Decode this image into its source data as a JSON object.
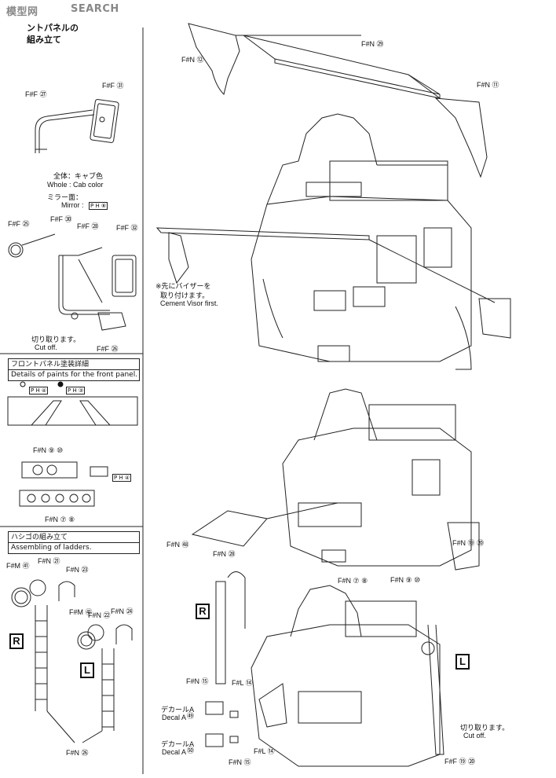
{
  "watermark": {
    "brand": "模型网",
    "text": "SEARCH"
  },
  "step": {
    "title_line1": "ントパネルの",
    "title_line2": "組み立て"
  },
  "mirror_parts": {
    "ff27": "F#F ㉗",
    "ff31": "F#F ㉛",
    "ff25": "F#F ㉕",
    "ff30": "F#F ㉚",
    "ff28": "F#F ㉘",
    "ff32": "F#F ㉜",
    "ff26": "F#F ㉖"
  },
  "paint_notes": {
    "whole_jp": "全体：キャブ色",
    "whole_en": "Whole : Cab color",
    "mirror_jp": "ミラー面：",
    "mirror_en": "Mirror :",
    "mirror_chip": "P H ⑧"
  },
  "cut_note": {
    "jp": "切り取ります。",
    "en": "Cut off."
  },
  "front_panel_box": {
    "jp": "フロントパネル塗装詳細",
    "en": "Details of paints for the front panel."
  },
  "legend": {
    "open_chip": "P H ④",
    "filled_chip": "P H ③"
  },
  "light_parts": {
    "fn910": "F#N ⑨ ⑩",
    "fn78": "F#N ⑦ ⑧",
    "chip": "P H ④"
  },
  "ladder_box": {
    "jp": "ハシゴの組み立て",
    "en": "Assembling of ladders."
  },
  "ladder_parts": {
    "fm61a": "F#M ㊶",
    "fn21": "F#N ㉑",
    "fn23": "F#N ㉓",
    "fm61b": "F#M ㊶",
    "fn22": "F#N ㉒",
    "fn24": "F#N ㉔",
    "fn26": "F#N ㉖",
    "r": "R",
    "l": "L"
  },
  "top_parts": {
    "fn29": "F#N ㉙",
    "fn12": "F#N ⑫",
    "fn11": "F#N ⑪"
  },
  "visor_note": {
    "jp1": "※先にバイザーを",
    "jp2": "取り付けます。",
    "en": "Cement Visor first."
  },
  "mid_parts": {
    "fn67": "F#N ㊽",
    "fn28": "F#N ㉘",
    "fn1920": "F#N ⑲ ⑳",
    "fn78": "F#N ⑦ ⑧",
    "fn910": "F#N ⑨ ⑩"
  },
  "bottom_parts": {
    "r": "R",
    "l": "L",
    "fn15a": "F#N ⑮",
    "fl14a": "F#L ⑭",
    "decal_jp_a": "デカールA",
    "decal_en_a": "Decal A",
    "decal_num_a": "㊾",
    "decal_jp_b": "デカールA",
    "decal_en_b": "Decal A",
    "decal_num_b": "㊿",
    "fl14b": "F#L ⑭",
    "fn15b": "F#N ⑮",
    "cut_jp": "切り取ります。",
    "cut_en": "Cut off.",
    "ff1920": "F#F ⑲ ⑳"
  }
}
